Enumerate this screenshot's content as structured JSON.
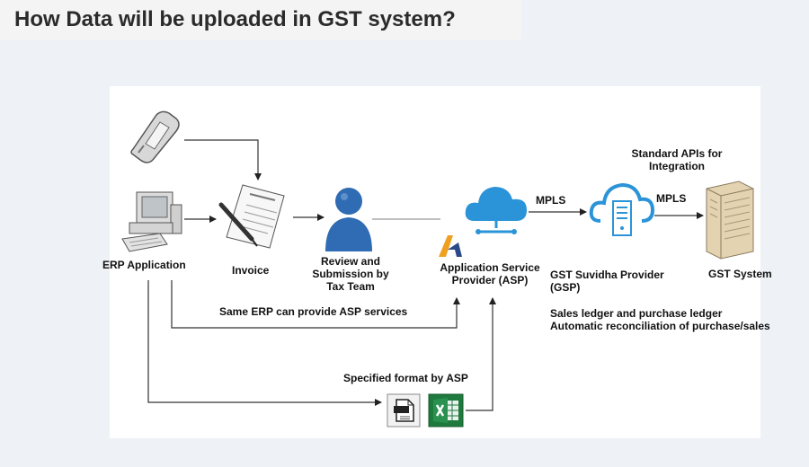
{
  "title": "How Data will be uploaded in GST system?",
  "nodes": {
    "erp": "ERP Application",
    "invoice": "Invoice",
    "review": "Review and\nSubmission by\nTax Team",
    "asp": "Application Service\nProvider (ASP)",
    "gsp": "GST Suvidha Provider\n(GSP)",
    "gst": "GST System"
  },
  "edges": {
    "mpls_1": "MPLS",
    "mpls_2": "MPLS",
    "standard_apis": "Standard APIs for\nIntegration",
    "same_erp": "Same ERP can provide ASP services",
    "specified_format": "Specified format by ASP"
  },
  "notes": {
    "gsp_services": "Sales ledger and purchase ledger\nAutomatic reconciliation of purchase/sales"
  },
  "icons": {
    "phone": "mobile-phone-icon",
    "computer": "desktop-computer-icon",
    "invoice": "invoice-document-icon",
    "person": "tax-team-person-icon",
    "cloud_asp": "cloud-server-icon",
    "asp_logo": "asp-logo-icon",
    "cloud_gsp": "cloud-outline-server-icon",
    "gst_server": "server-tower-icon",
    "csv_file": "csv-file-icon",
    "excel_file": "excel-file-icon"
  },
  "colors": {
    "cloud_blue": "#2b94d8",
    "person_blue": "#2f6cb3",
    "excel_green": "#1f7a3e",
    "asp_orange": "#f0a020"
  }
}
